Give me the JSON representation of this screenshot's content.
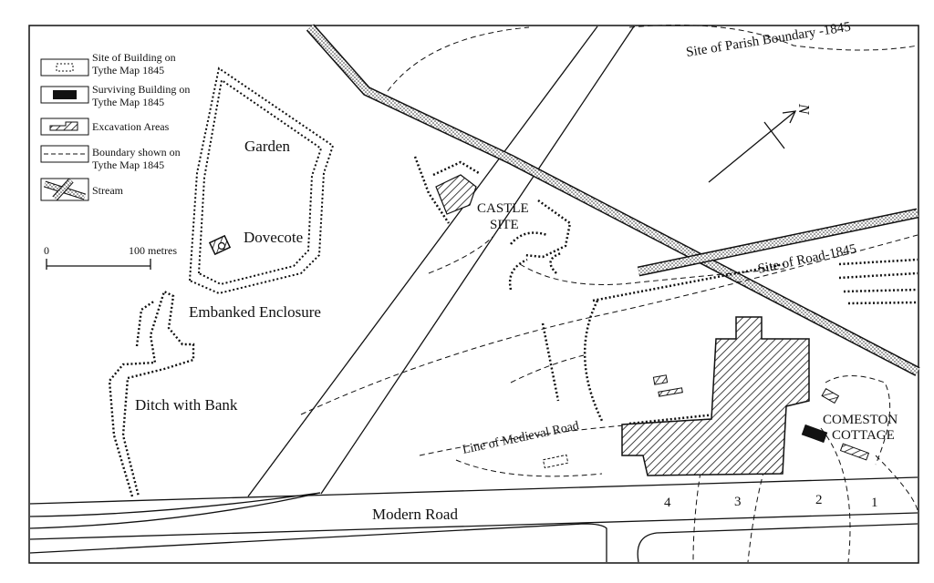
{
  "legend": {
    "items": [
      {
        "icon": "dashed-building-icon",
        "text": [
          "Site of Building on",
          "Tythe Map 1845"
        ]
      },
      {
        "icon": "solid-building-icon",
        "text": [
          "Surviving Building on",
          "Tythe Map 1845"
        ]
      },
      {
        "icon": "hatched-excavation-icon",
        "text": [
          "Excavation Areas"
        ]
      },
      {
        "icon": "dashed-boundary-icon",
        "text": [
          "Boundary shown on",
          "Tythe Map 1845"
        ]
      },
      {
        "icon": "stream-icon",
        "text": [
          "Stream"
        ]
      }
    ]
  },
  "scale": {
    "start": "0",
    "end": "100 metres"
  },
  "north": "N",
  "labels": {
    "parish_boundary": "Site of Parish Boundary -1845",
    "garden": "Garden",
    "dovecote": "Dovecote",
    "embanked_enclosure": "Embanked Enclosure",
    "ditch_with_bank": "Ditch with Bank",
    "castle_line1": "CASTLE",
    "castle_line2": "SITE",
    "site_of_road": "Site of Road-1845",
    "medieval_road": "Line of Medieval Road",
    "modern_road": "Modern Road",
    "cottage_line1": "COMESTON",
    "cottage_line2": "COTTAGE",
    "plot_4": "4",
    "plot_3": "3",
    "plot_2": "2",
    "plot_1": "1"
  },
  "colors": {
    "ink": "#111111",
    "paper": "#ffffff"
  }
}
